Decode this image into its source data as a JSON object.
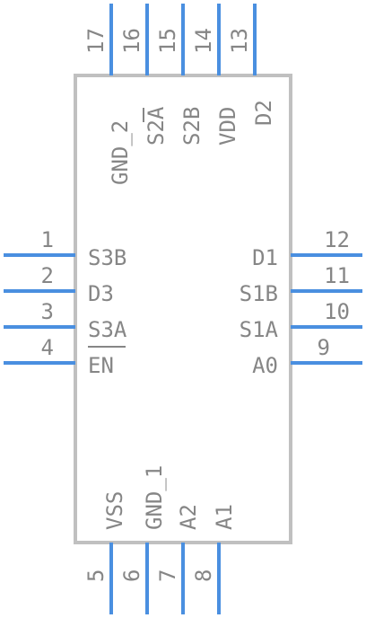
{
  "component": {
    "left_pins": [
      {
        "number": "1",
        "name": "S3B"
      },
      {
        "number": "2",
        "name": "D3"
      },
      {
        "number": "3",
        "name": "S3A"
      },
      {
        "number": "4",
        "name": "EN",
        "overbar": true
      }
    ],
    "right_pins": [
      {
        "number": "12",
        "name": "D1"
      },
      {
        "number": "11",
        "name": "S1B"
      },
      {
        "number": "10",
        "name": "S1A"
      },
      {
        "number": "9",
        "name": "A0"
      }
    ],
    "top_pins": [
      {
        "number": "17",
        "name": "GND_2"
      },
      {
        "number": "16",
        "name": "S2A",
        "overbar_char": "2"
      },
      {
        "number": "15",
        "name": "S2B"
      },
      {
        "number": "14",
        "name": "VDD"
      },
      {
        "number": "13",
        "name": "D2"
      }
    ],
    "bottom_pins": [
      {
        "number": "5",
        "name": "VSS"
      },
      {
        "number": "6",
        "name": "GND_1"
      },
      {
        "number": "7",
        "name": "A2"
      },
      {
        "number": "8",
        "name": "A1"
      }
    ]
  },
  "colors": {
    "pin_line": "#4a8fe0",
    "body_outline": "#c0c0c0",
    "text": "#868686"
  }
}
